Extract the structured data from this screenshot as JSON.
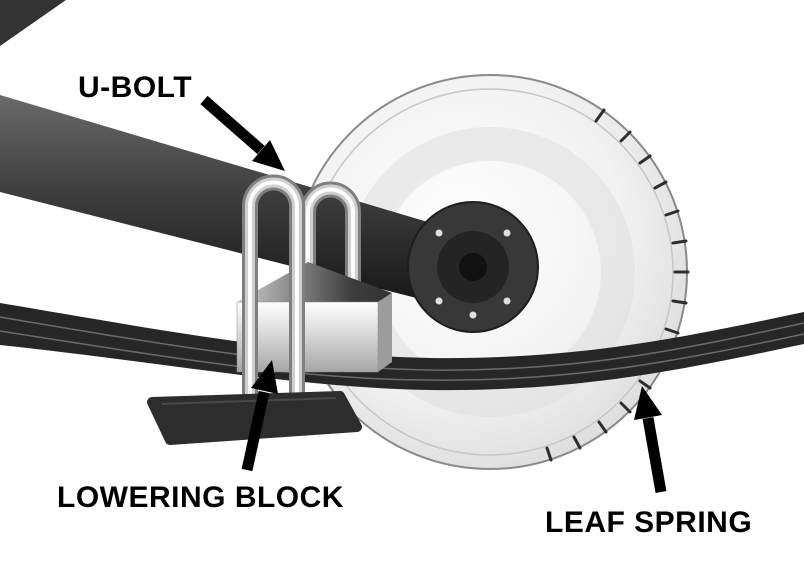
{
  "diagram": {
    "labels": {
      "u_bolt": "U-BOLT",
      "lowering_block": "LOWERING BLOCK",
      "leaf_spring": "LEAF SPRING"
    },
    "colors": {
      "background": "#ffffff",
      "label_text": "#000000",
      "arrow": "#000000",
      "axle_dark": "#1a1a1a",
      "metal_highlight": "#f5f5f5",
      "metal_mid": "#9a9a9a",
      "spring": "#262626",
      "base_plate": "#2d2d2d",
      "rotor_face": "#e8e8e8"
    }
  }
}
